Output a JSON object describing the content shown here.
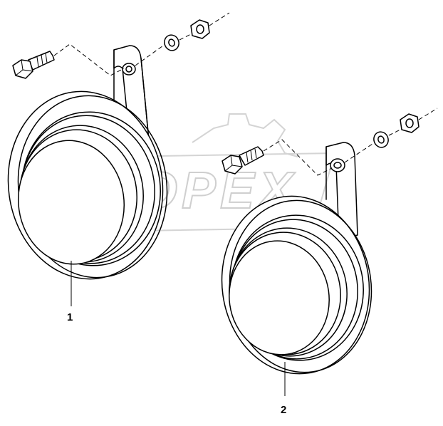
{
  "callouts": [
    {
      "id": "1",
      "label": "1"
    },
    {
      "id": "2",
      "label": "2"
    }
  ],
  "watermark": {
    "text": "OPEX"
  },
  "icons": {
    "horn_1": "horn-icon",
    "horn_2": "horn-icon",
    "bolt": "bolt-icon",
    "washer": "washer-icon",
    "nut": "nut-icon"
  }
}
